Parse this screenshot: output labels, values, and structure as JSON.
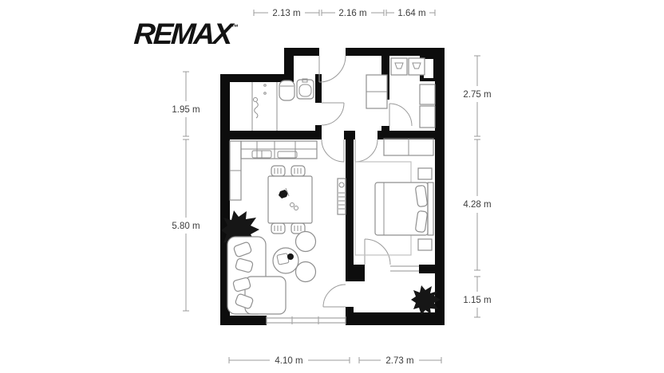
{
  "logo": {
    "brand": "REMAX",
    "trademark": "™"
  },
  "dimensions": {
    "top": [
      {
        "label": "2.13 m"
      },
      {
        "label": "2.16 m"
      },
      {
        "label": "1.64 m"
      }
    ],
    "right": [
      {
        "label": "2.75 m"
      },
      {
        "label": "4.28 m"
      },
      {
        "label": "1.15 m"
      }
    ],
    "left": [
      {
        "label": "1.95 m"
      },
      {
        "label": "5.80 m"
      }
    ],
    "bottom": [
      {
        "label": "4.10 m"
      },
      {
        "label": "2.73 m"
      }
    ]
  },
  "colors": {
    "background": "#ffffff",
    "wall": "#0d0d0d",
    "furn": "#8f8f8f",
    "dimline": "#9b9b9b",
    "dimtext": "#3d3d3d",
    "logo": "#131313"
  }
}
